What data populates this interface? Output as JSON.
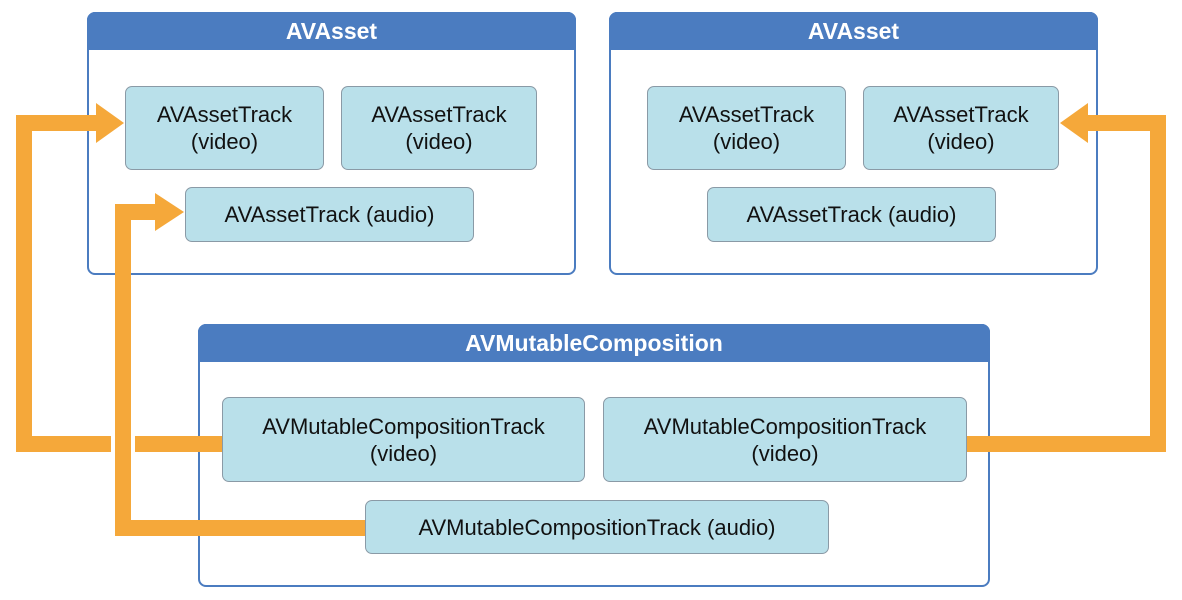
{
  "colors": {
    "header": "#4b7cc0",
    "track_fill": "#b9e0ea",
    "arrow": "#f5a83a"
  },
  "left_asset": {
    "title": "AVAsset",
    "video_track_1": {
      "name": "AVAssetTrack",
      "kind": "(video)"
    },
    "video_track_2": {
      "name": "AVAssetTrack",
      "kind": "(video)"
    },
    "audio_track": {
      "label": "AVAssetTrack (audio)"
    }
  },
  "right_asset": {
    "title": "AVAsset",
    "video_track_1": {
      "name": "AVAssetTrack",
      "kind": "(video)"
    },
    "video_track_2": {
      "name": "AVAssetTrack",
      "kind": "(video)"
    },
    "audio_track": {
      "label": "AVAssetTrack (audio)"
    }
  },
  "composition": {
    "title": "AVMutableComposition",
    "video_track_1": {
      "name": "AVMutableCompositionTrack",
      "kind": "(video)"
    },
    "video_track_2": {
      "name": "AVMutableCompositionTrack",
      "kind": "(video)"
    },
    "audio_track": {
      "label": "AVMutableCompositionTrack (audio)"
    }
  }
}
